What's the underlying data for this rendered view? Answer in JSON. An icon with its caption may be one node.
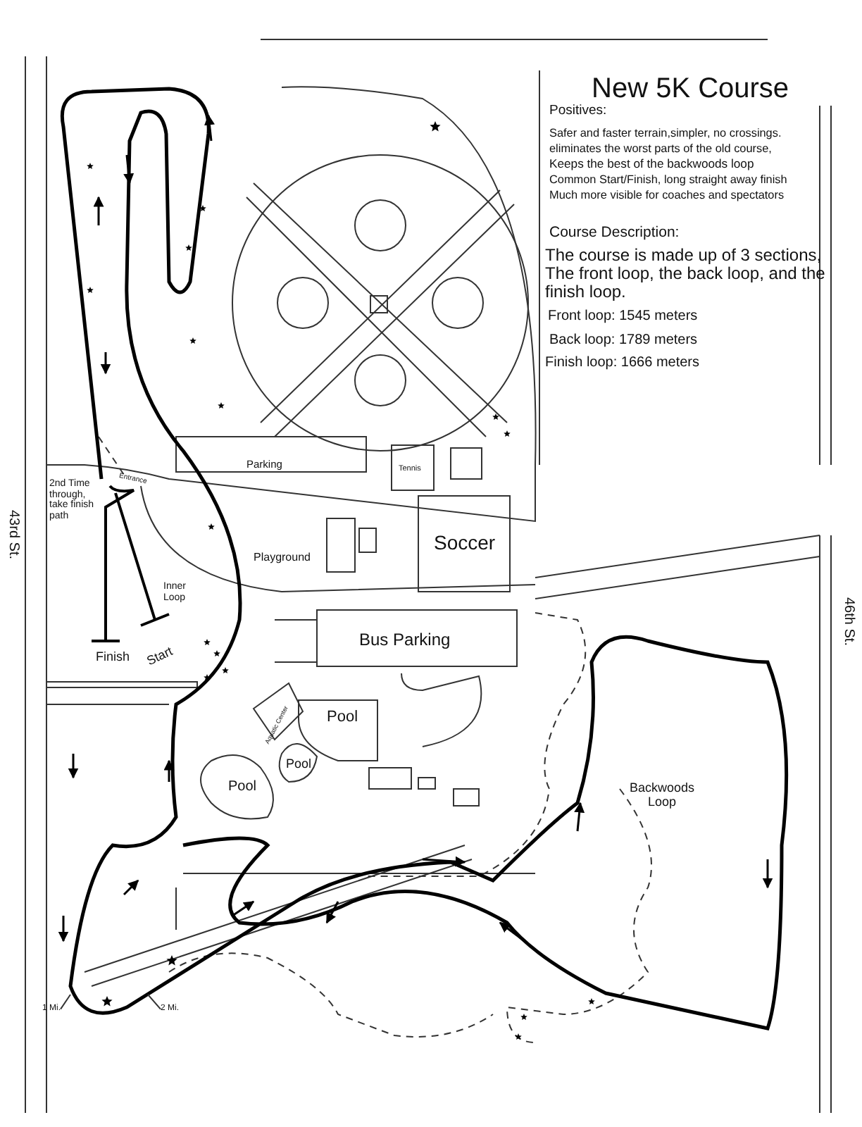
{
  "diagram": {
    "title": "New 5K Course",
    "nodes": [
      {
        "text": [
          "1 Mi."
        ]
      },
      {
        "text": [
          "2 Mi."
        ]
      }
    ],
    "edges": [
      {
        "from": 0,
        "to": null,
        "arrow": "none"
      },
      {
        "from": 1,
        "to": null,
        "arrow": "none"
      }
    ],
    "labels": [
      "Positives:",
      "Safer and faster terrain,simpler, no crossings.",
      "eliminates the worst parts of the old course,",
      "Keeps the best of the backwoods loop",
      "Common Start/Finish, long straight away finish",
      "Much more visible for coaches and spectators",
      "Course Description:",
      "The course is made up of 3 sections, The front loop, the back loop, and the finish loop.",
      "Front loop: 1545 meters",
      "Back loop: 1789 meters",
      "Finish loop: 1666 meters",
      "Parking",
      "Entrance",
      "Tennis",
      "2nd Time through, take finish path",
      "Playground",
      "Soccer",
      "43rd St.",
      "46th St.",
      "Inner Loop",
      "Bus Parking",
      "Finish",
      "Start",
      "Aquatic Center",
      "Pool",
      "Pool",
      "Pool",
      "Backwoods Loop"
    ]
  }
}
